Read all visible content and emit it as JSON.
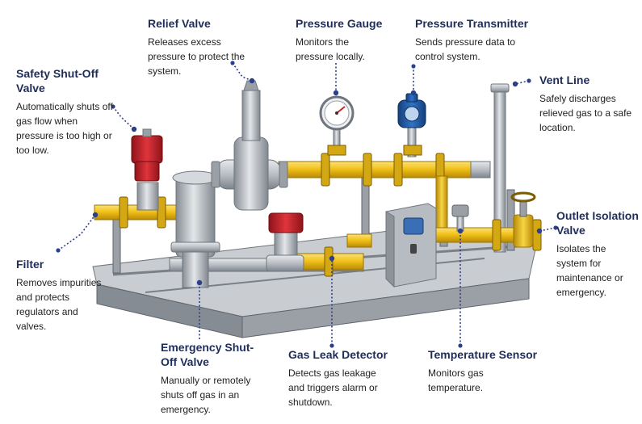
{
  "colors": {
    "title": "#1f2d5a",
    "pointer": "#2c3f8c",
    "pipe": "#f2c21a",
    "steel": "#b9bec4",
    "valve_red": "#c8232b",
    "transmitter_blue": "#1e5aa8",
    "frame": "#8d939a"
  },
  "callouts": {
    "relief_valve": {
      "title": "Relief Valve",
      "desc": "Releases excess pressure to protect the system."
    },
    "pressure_gauge": {
      "title": "Pressure Gauge",
      "desc": "Monitors the pressure locally."
    },
    "pressure_transmitter": {
      "title": "Pressure Transmitter",
      "desc": "Sends pressure data to control system."
    },
    "safety_shutoff": {
      "title": "Safety Shut-Off Valve",
      "desc": "Automatically shuts off gas flow when pressure is too high or too low."
    },
    "vent_line": {
      "title": "Vent Line",
      "desc": "Safely discharges relieved gas to a safe location."
    },
    "outlet_isolation": {
      "title": "Outlet Isolation Valve",
      "desc": "Isolates the system for maintenance or emergency."
    },
    "filter": {
      "title": "Filter",
      "desc": "Removes impurities and protects regulators and valves."
    },
    "emergency_shutoff": {
      "title": "Emergency Shut-Off Valve",
      "desc": "Manually or remotely shuts off gas in an emergency."
    },
    "gas_leak_detector": {
      "title": "Gas Leak Detector",
      "desc": "Detects gas leakage and triggers alarm or shutdown."
    },
    "temperature_sensor": {
      "title": "Temperature Sensor",
      "desc": "Monitors gas temperature."
    }
  }
}
